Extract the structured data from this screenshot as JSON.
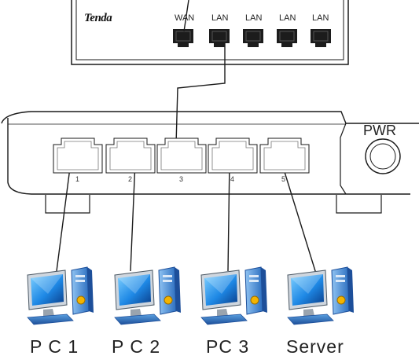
{
  "router": {
    "brand": "Tenda",
    "ports": [
      "WAN",
      "LAN",
      "LAN",
      "LAN",
      "LAN"
    ]
  },
  "switch": {
    "power_label": "PWR",
    "port_numbers": [
      "1",
      "2",
      "3",
      "4",
      "5"
    ]
  },
  "devices": [
    {
      "label": "P C 1"
    },
    {
      "label": "P C 2"
    },
    {
      "label": "PC 3"
    },
    {
      "label": "Server"
    }
  ],
  "colors": {
    "outline": "#1a1a1a",
    "port_fill": "#1c1c1c",
    "screen_blue": "#1e88e5",
    "case_blue": "#2d6fc0"
  }
}
